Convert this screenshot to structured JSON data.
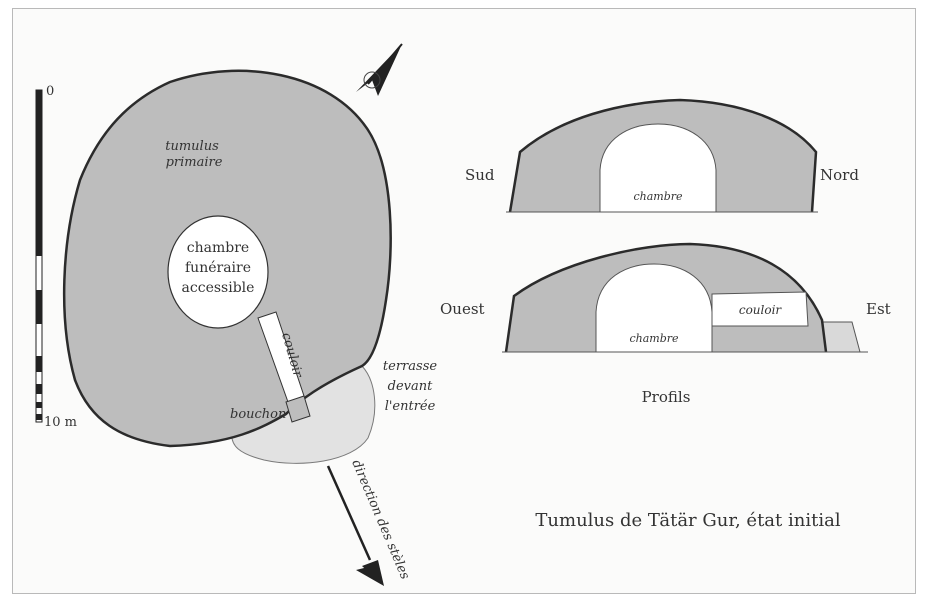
{
  "plan": {
    "scale_top": "0",
    "scale_bottom": "10 m",
    "tumulus_label_1": "tumulus",
    "tumulus_label_2": "primaire",
    "chamber_line_1": "chambre",
    "chamber_line_2": "funéraire",
    "chamber_line_3": "accessible",
    "corridor": "couloir",
    "plug": "bouchon",
    "terrace_line_1": "terrasse",
    "terrace_line_2": "devant",
    "terrace_line_3": "l'entrée",
    "steles_direction": "direction des stèles"
  },
  "profiles": {
    "south": "Sud",
    "north": "Nord",
    "west": "Ouest",
    "east": "Est",
    "chamber_1": "chambre",
    "chamber_2": "chambre",
    "corridor": "couloir",
    "caption": "Profils"
  },
  "title": "Tumulus de Tätär Gur, état initial",
  "colors": {
    "mound_fill": "#bdbdbd",
    "terrace_fill": "#e2e2e2",
    "outline": "#2b2b2b"
  }
}
